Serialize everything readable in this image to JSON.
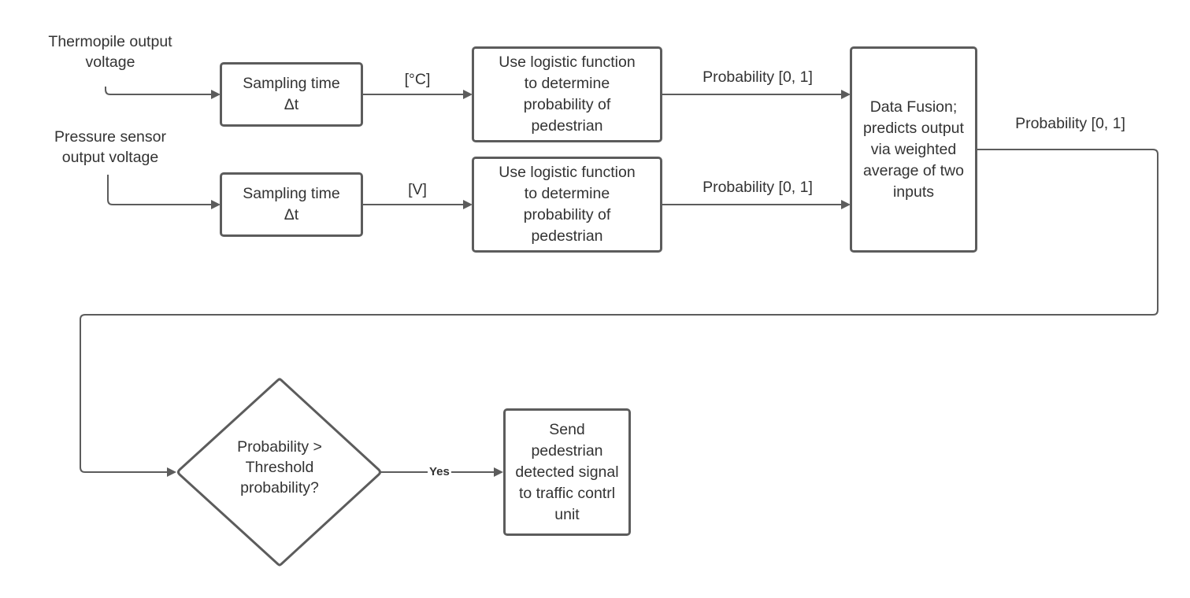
{
  "inputs": {
    "thermopile": "Thermopile output\nvoltage",
    "pressure": "Pressure sensor\noutput voltage"
  },
  "boxes": {
    "sampling_1": "Sampling time\nΔt",
    "sampling_2": "Sampling time\nΔt",
    "logistic_1": "Use logistic function\nto determine\nprobability of\npedestrian",
    "logistic_2": "Use logistic function\nto determine\nprobability of\npedestrian",
    "fusion": "Data Fusion;\npredicts output\nvia weighted\naverage of two\ninputs",
    "send": "Send\npedestrian\ndetected signal\nto traffic contrl\nunit"
  },
  "decision": {
    "text": "Probability >\nThreshold\nprobability?",
    "yes_label": "Yes"
  },
  "edge_labels": {
    "unit_celsius": "[°C]",
    "unit_volt": "[V]",
    "prob_1": "Probability [0, 1]",
    "prob_2": "Probability [0, 1]",
    "prob_fused": "Probability [0, 1]"
  },
  "colors": {
    "stroke": "#5c5c5c",
    "text": "#333333",
    "background": "#ffffff"
  }
}
